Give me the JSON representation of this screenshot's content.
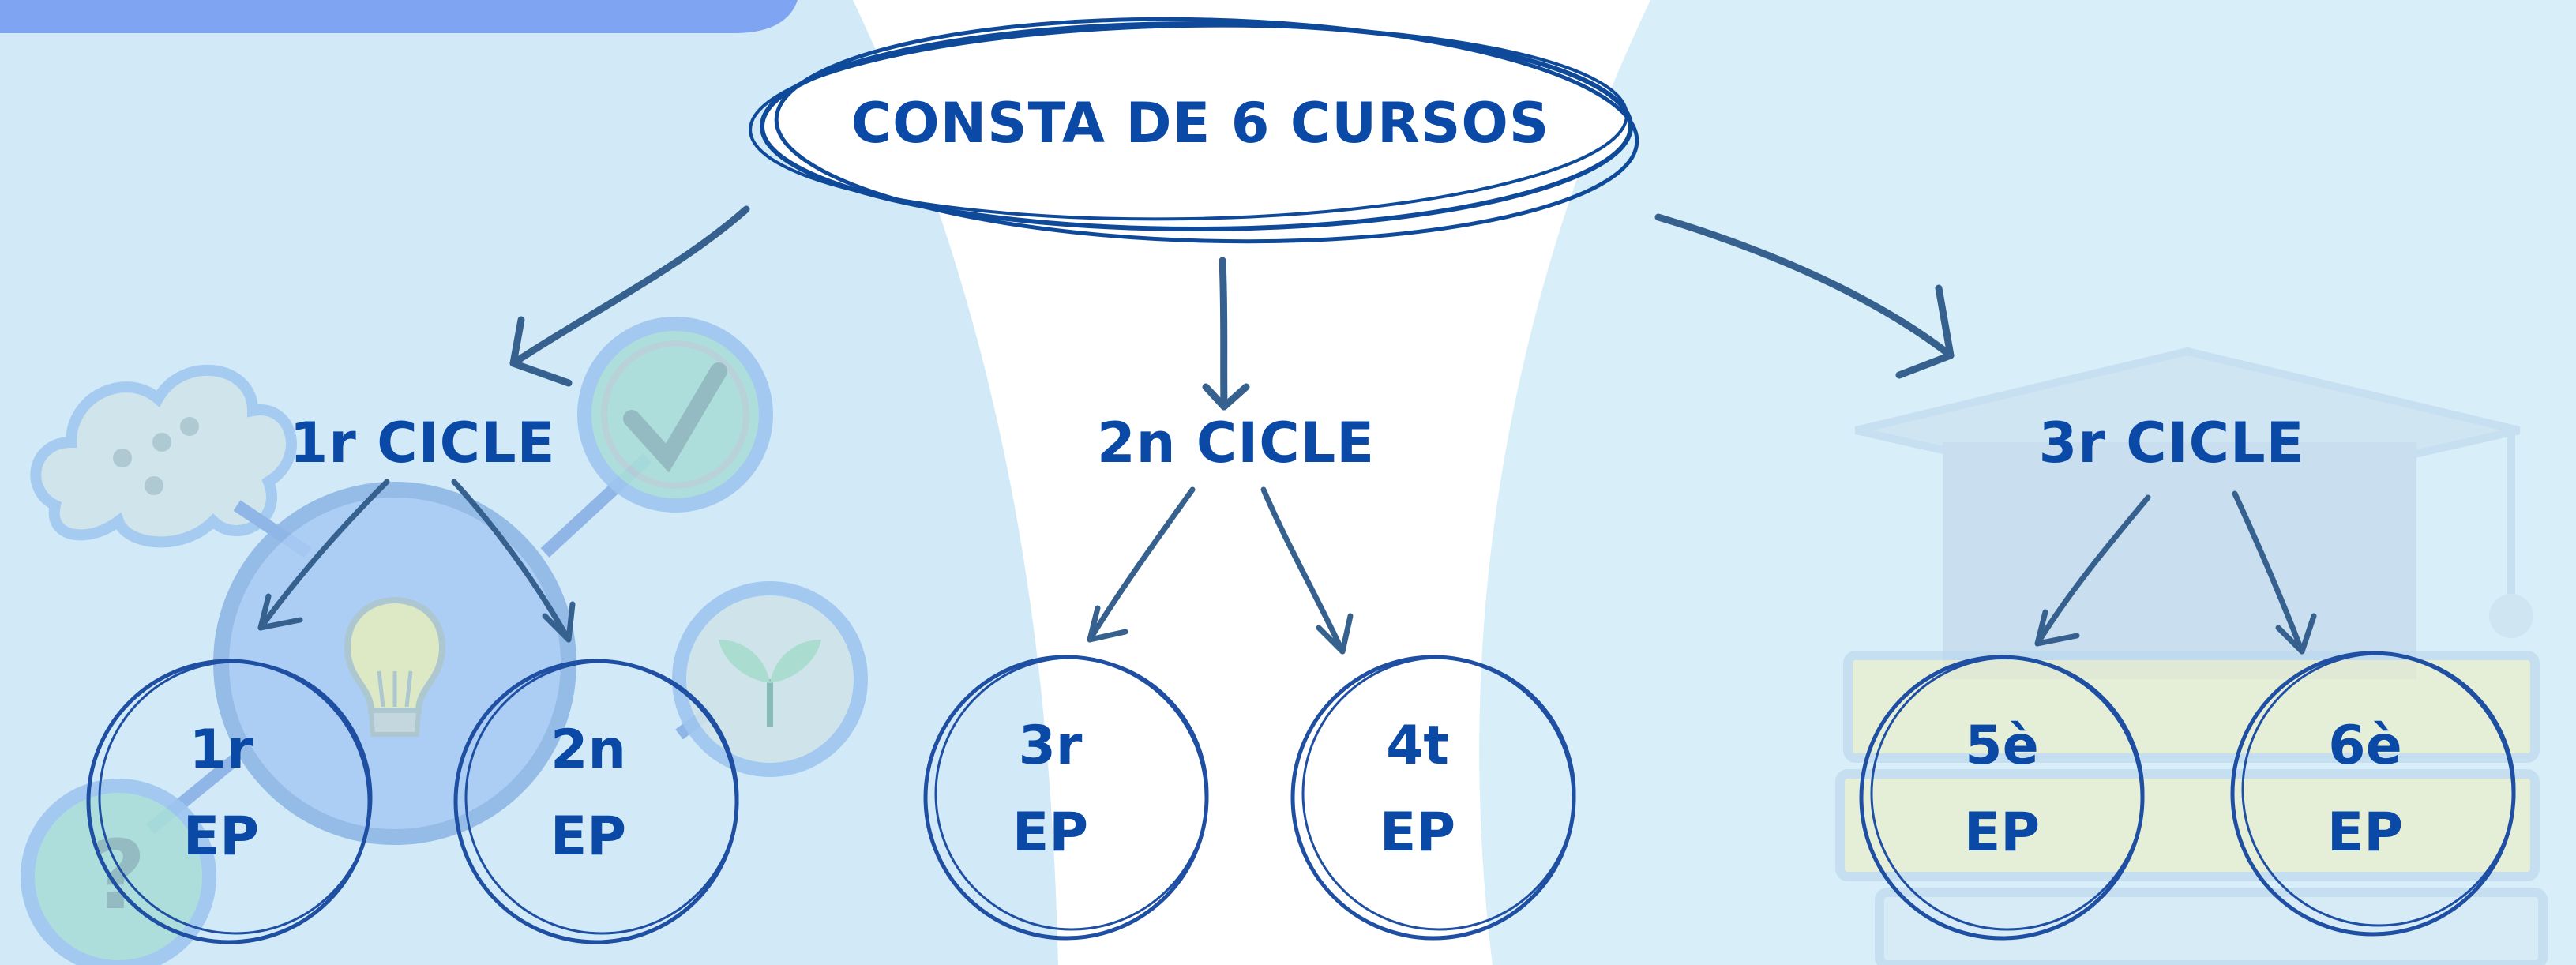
{
  "diagram": {
    "title": "CONSTA DE 6 CURSOS",
    "cycles": [
      {
        "label": "1r CICLE",
        "courses": [
          {
            "number": "1r",
            "level": "EP"
          },
          {
            "number": "2n",
            "level": "EP"
          }
        ]
      },
      {
        "label": "2n CICLE",
        "courses": [
          {
            "number": "3r",
            "level": "EP"
          },
          {
            "number": "4t",
            "level": "EP"
          }
        ]
      },
      {
        "label": "3r CICLE",
        "courses": [
          {
            "number": "5è",
            "level": "EP"
          },
          {
            "number": "6è",
            "level": "EP"
          }
        ]
      }
    ]
  },
  "colors": {
    "text": "#0a4aa6",
    "panel_blue": "#d2eaf7",
    "accent_bar": "#7fa5f2",
    "arrow": "#36618f",
    "circle_stroke": "#1f4fa3"
  },
  "decorations": [
    "cloud-icon",
    "checkmark-icon",
    "lightbulb-icon",
    "sprout-icon",
    "question-icon",
    "graduation-cap-icon",
    "books-icon"
  ]
}
